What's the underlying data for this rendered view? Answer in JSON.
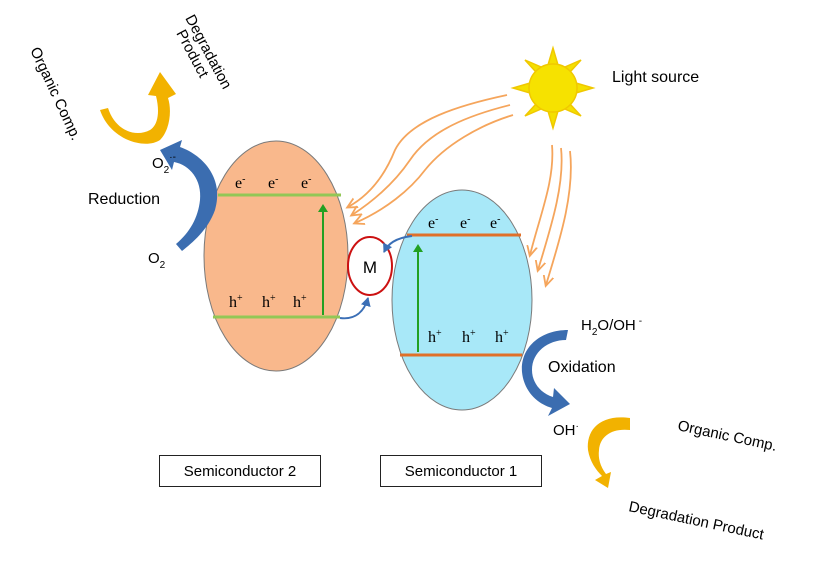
{
  "labels": {
    "light_source": "Light source",
    "reduction": "Reduction",
    "oxidation": "Oxidation",
    "organic_left": "Organic Comp.",
    "degradation_left_line1": "Degradation",
    "degradation_left_line2": "Product",
    "organic_right": "Organic Comp.",
    "degradation_right": "Degradation Product",
    "o2_radical_base": "O",
    "o2_radical_sub": "2",
    "o2_radical_sup": "·-",
    "o2_base": "O",
    "o2_sub": "2",
    "h2o_h": "H",
    "h2o_sub": "2",
    "h2o_rest": "O/OH",
    "h2o_sup": "-",
    "oh_base": "OH",
    "oh_sup": "·",
    "metal": "M",
    "electron": "e",
    "electron_charge": "-",
    "hole": "h",
    "hole_charge": "+"
  },
  "semiconductors": [
    {
      "name": "Semiconductor 2",
      "fill": "#f9b88c",
      "band_color": "#92c756"
    },
    {
      "name": "Semiconductor 1",
      "fill": "#a8e8f8",
      "band_color": "#e0702a"
    }
  ],
  "colors": {
    "sun": "#f4e000",
    "light_rays": "#f5a55c",
    "transfer_arrow": "#3b6fb6",
    "excitation_arrow": "#22a022",
    "curved_arrow_blue": "#3b6db0",
    "curved_arrow_gold": "#f2b200",
    "metal_ring": "#cc1111"
  }
}
